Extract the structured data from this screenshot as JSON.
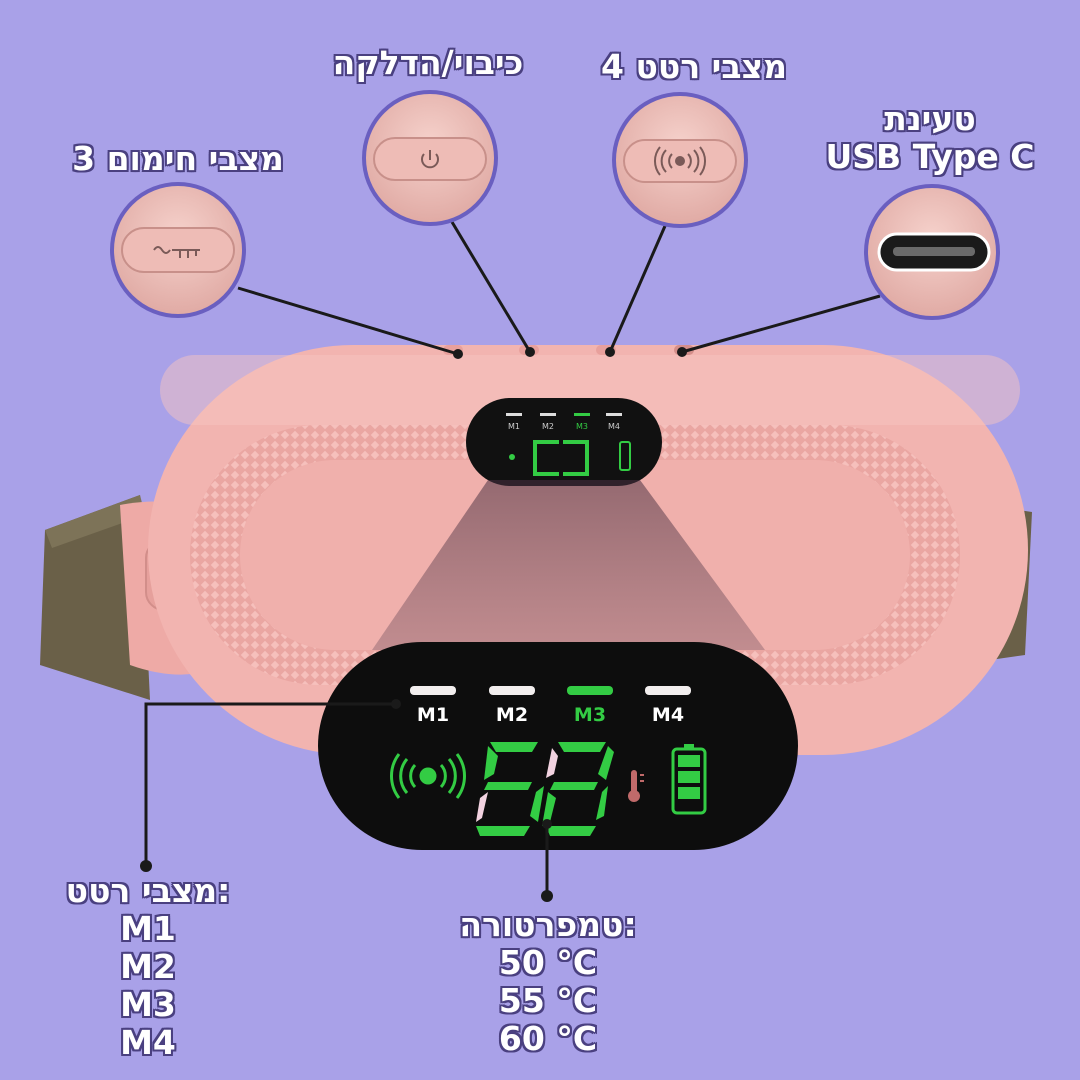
{
  "callouts": {
    "heating": "3 מצבי חימום",
    "power": "כיבוי/הדלקה",
    "vibration_top": "4 מצבי רטט",
    "charging_line1": "טעינת",
    "charging_line2": "USB Type C",
    "vibration_modes_title": "מצבי רטט:",
    "vibration_modes": [
      "M1",
      "M2",
      "M3",
      "M4"
    ],
    "temperature_title": "טמפרטורה:",
    "temperatures": [
      "50 °C",
      "55 °C",
      "60 °C"
    ]
  },
  "display": {
    "modes": [
      "M1",
      "M2",
      "M3",
      "M4"
    ],
    "active_mode": "M3",
    "digits": "52",
    "battery_level": 1.0
  },
  "colors": {
    "background": "#a9a1e8",
    "device_pink": "#f0b0ac",
    "display_green": "#33cc44",
    "label_outline": "#4a4080"
  },
  "icons": [
    "power-icon",
    "vibration-icon",
    "heating-icon",
    "usb-c-port-icon",
    "thermometer-icon",
    "battery-icon"
  ]
}
